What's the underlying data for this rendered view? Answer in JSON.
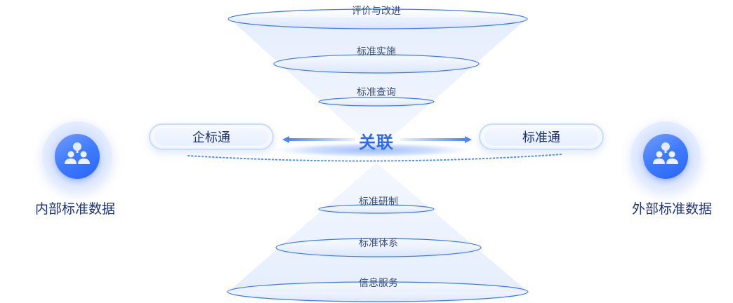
{
  "diagram": {
    "relation_label": "关联",
    "upper_funnel": [
      {
        "label": "评价与改进"
      },
      {
        "label": "标准实施"
      },
      {
        "label": "标准查询"
      }
    ],
    "lower_funnel": [
      {
        "label": "标准研制"
      },
      {
        "label": "标准体系"
      },
      {
        "label": "信息服务"
      }
    ],
    "left_hub": {
      "label": "企标通"
    },
    "right_hub": {
      "label": "标准通"
    },
    "left_source": {
      "label": "内部标准数据",
      "icon": "users-network-icon"
    },
    "right_source": {
      "label": "外部标准数据",
      "icon": "users-network-icon"
    },
    "colors": {
      "accent": "#2f6bf0",
      "text_dark": "#1f3470",
      "ring_stroke": "#3d7cf0",
      "funnel_fill": "#e8f0fe"
    }
  }
}
